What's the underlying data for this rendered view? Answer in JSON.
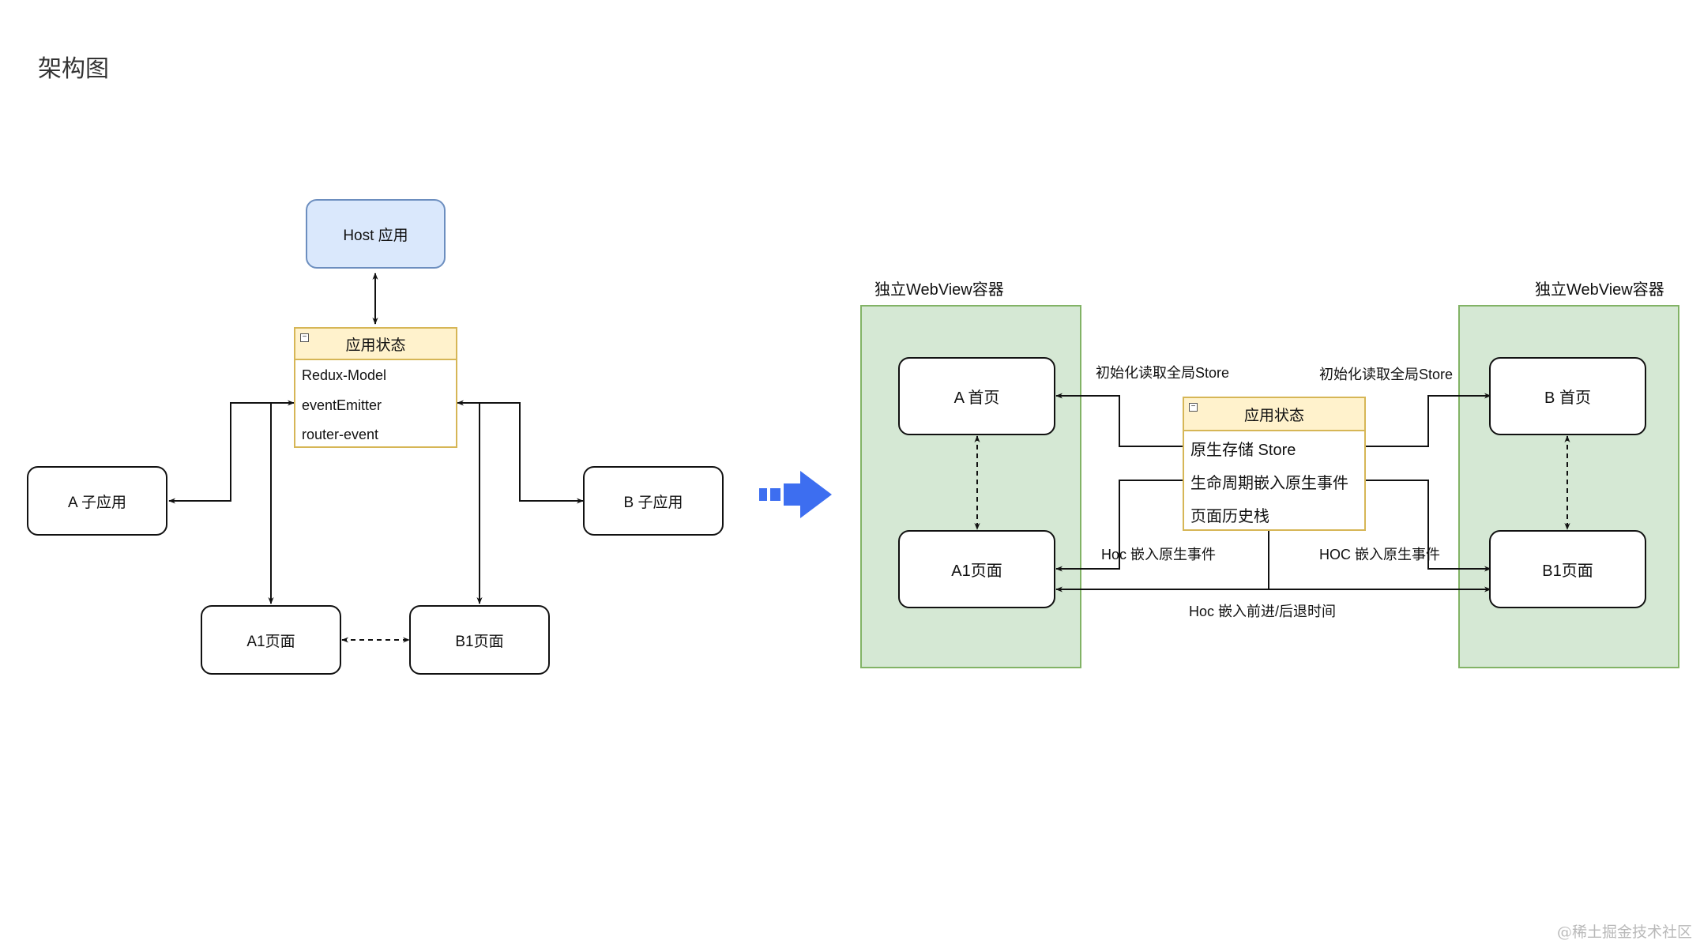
{
  "title": "架构图",
  "left": {
    "host": "Host 应用",
    "state": {
      "header": "应用状态",
      "items": [
        "Redux-Model",
        "eventEmitter",
        "router-event"
      ]
    },
    "a_sub": "A 子应用",
    "b_sub": "B 子应用",
    "a1": "A1页面",
    "b1": "B1页面"
  },
  "right": {
    "container_left_label": "独立WebView容器",
    "container_right_label": "独立WebView容器",
    "a_home": "A 首页",
    "a1_page": "A1页面",
    "b_home": "B 首页",
    "b1_page": "B1页面",
    "state": {
      "header": "应用状态",
      "items": [
        "原生存储 Store",
        "生命周期嵌入原生事件",
        "页面历史栈"
      ]
    },
    "label_init_left": "初始化读取全局Store",
    "label_init_right": "初始化读取全局Store",
    "label_hoc_left": "Hoc 嵌入原生事件",
    "label_hoc_right": "HOC 嵌入原生事件",
    "label_nav": "Hoc 嵌入前进/后退时间"
  },
  "watermark": "@稀土掘金技术社区",
  "colors": {
    "host_fill": "#dae8fc",
    "host_stroke": "#6c8ebf",
    "state_header": "#fff2cc",
    "state_stroke": "#d6b656",
    "container_fill": "#d5e8d4",
    "container_stroke": "#82b366",
    "arrow_blue": "#3d6ef0"
  }
}
